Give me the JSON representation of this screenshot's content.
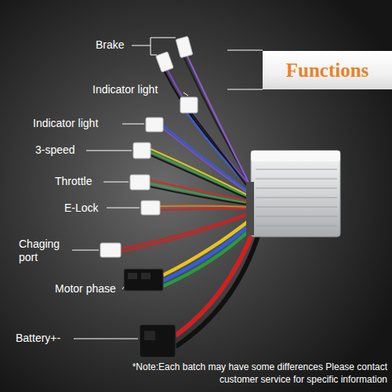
{
  "diagram": {
    "caption": "*Note:Each batch may have some differences Please contact customer service for specific information",
    "nodes": [
      {
        "text": [
          "Functions"
        ]
      }
    ],
    "labels": [
      "Brake",
      "Indicator light",
      "Indicator light",
      "3-speed",
      "Throttle",
      "E-Lock",
      "Chaging port",
      "Motor phase",
      "Battery+-"
    ]
  }
}
